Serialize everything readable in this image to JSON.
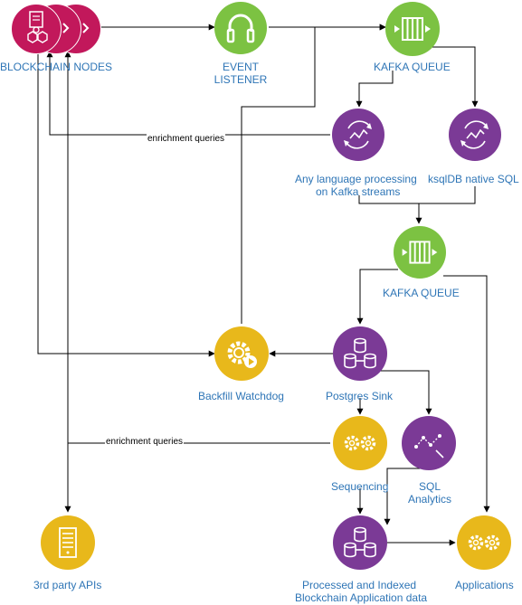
{
  "colors": {
    "blockchain": "#c2185b",
    "green": "#7cc242",
    "purple": "#7b3a96",
    "gold": "#e8b81b",
    "label": "#2e75b6",
    "line": "#000000"
  },
  "nodes": {
    "blockchain_nodes": {
      "label": "BLOCKCHAIN NODES",
      "icon": "blockchain-node-icon"
    },
    "event_listener": {
      "label_line1": "EVENT",
      "label_line2": "LISTENER",
      "icon": "headphones-icon"
    },
    "kafka_queue_top": {
      "label": "KAFKA QUEUE",
      "icon": "queue-icon"
    },
    "any_language": {
      "label_line1": "Any language processing",
      "label_line2": "on Kafka streams",
      "icon": "stream-processing-icon"
    },
    "ksqldb": {
      "label": "ksqlDB native SQL",
      "icon": "stream-processing-icon"
    },
    "kafka_queue_mid": {
      "label": "KAFKA QUEUE",
      "icon": "queue-icon"
    },
    "postgres_sink": {
      "label": "Postgres Sink",
      "icon": "database-icon"
    },
    "backfill_watchdog": {
      "label": "Backfill Watchdog",
      "icon": "gear-play-icon"
    },
    "sequencing": {
      "label": "Sequencing",
      "icon": "gears-icon"
    },
    "sql_analytics": {
      "label_line1": "SQL",
      "label_line2": "Analytics",
      "icon": "analytics-icon"
    },
    "processed_indexed": {
      "label_line1": "Processed and Indexed",
      "label_line2": "Blockchain Application data",
      "icon": "database-icon"
    },
    "applications": {
      "label": "Applications",
      "icon": "gears-icon"
    },
    "third_party_apis": {
      "label": "3rd party APIs",
      "icon": "server-icon"
    }
  },
  "edge_labels": {
    "enrichment_top": "enrichment queries",
    "enrichment_bottom": "enrichment queries"
  }
}
